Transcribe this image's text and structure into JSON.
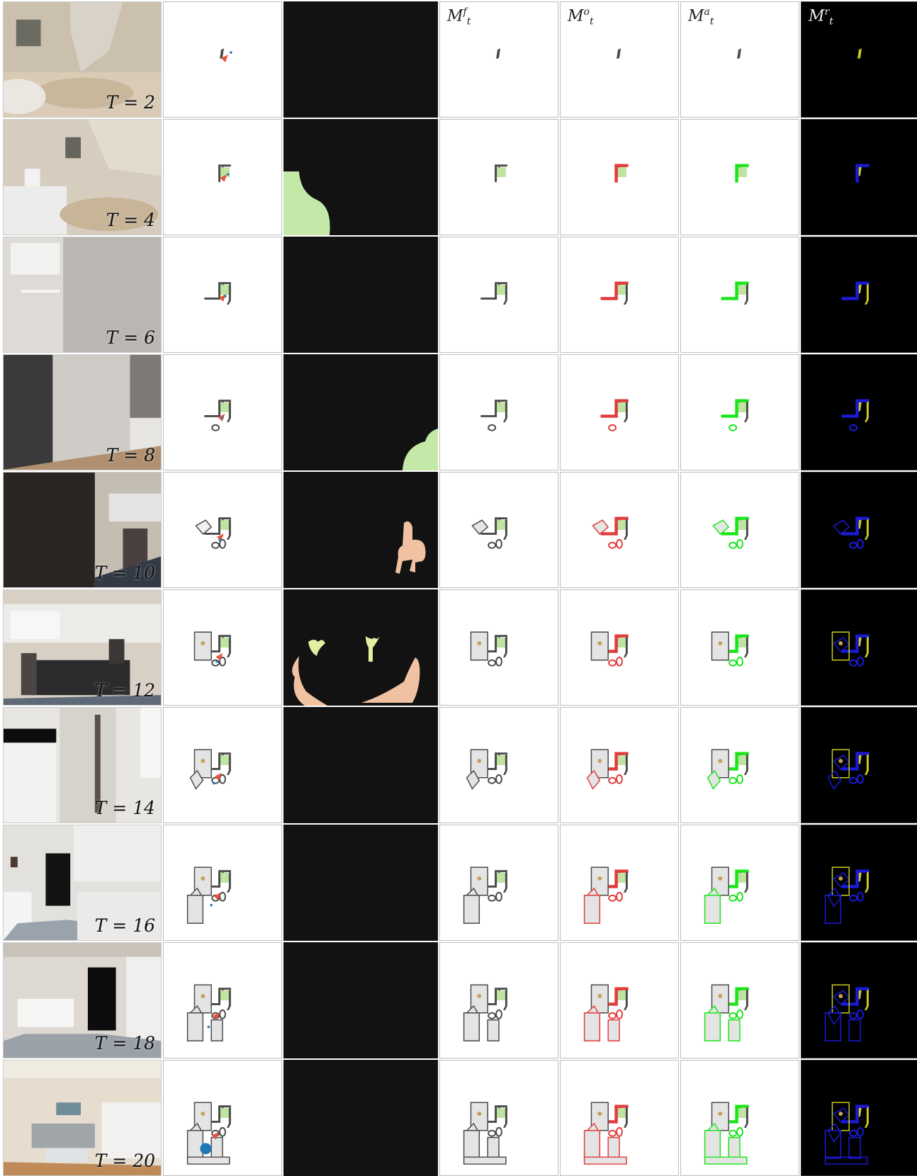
{
  "column_headers": {
    "mf": {
      "base": "M",
      "sup": "f",
      "sub": "t"
    },
    "mo": {
      "base": "M",
      "sup": "o",
      "sub": "t"
    },
    "ma": {
      "base": "M",
      "sup": "a",
      "sub": "t"
    },
    "mr": {
      "base": "M",
      "sup": "r",
      "sub": "t"
    }
  },
  "rows": [
    {
      "t_label": "T = 2",
      "step": 2,
      "scene": "bedroom-wall",
      "seg": []
    },
    {
      "t_label": "T = 4",
      "step": 4,
      "scene": "bedroom-corner",
      "seg": [
        "green-blob-bottom-left"
      ]
    },
    {
      "t_label": "T = 6",
      "step": 6,
      "scene": "hallway-door",
      "seg": []
    },
    {
      "t_label": "T = 8",
      "step": 8,
      "scene": "hallway-dark",
      "seg": [
        "green-blob-bottom-right"
      ]
    },
    {
      "t_label": "T = 10",
      "step": 10,
      "scene": "dining-doorway",
      "seg": [
        "chair-right"
      ]
    },
    {
      "t_label": "T = 12",
      "step": 12,
      "scene": "dining-room",
      "seg": [
        "chairs-and-plants"
      ]
    },
    {
      "t_label": "T = 14",
      "step": 14,
      "scene": "kitchen-corner",
      "seg": []
    },
    {
      "t_label": "T = 16",
      "step": 16,
      "scene": "kitchen",
      "seg": []
    },
    {
      "t_label": "T = 18",
      "step": 18,
      "scene": "kitchen-wide",
      "seg": []
    },
    {
      "t_label": "T = 20",
      "step": 20,
      "scene": "living-room",
      "seg": []
    }
  ],
  "colors": {
    "agent_arrow": "#e8553b",
    "goal_blue": "#1f77b4",
    "explored_green": "#bfe3a0",
    "obstacle_gray": "#4a4a4a",
    "free_lightgray": "#e4e4e4",
    "overlay_red": "#e23b3b",
    "overlay_green": "#19e619",
    "relation_blue": "#1a1ad8",
    "relation_yellow": "#cccc22",
    "seg_chair": "#f0c2a2",
    "seg_plant": "#e4eea0",
    "seg_bed": "#c4e8a8"
  }
}
